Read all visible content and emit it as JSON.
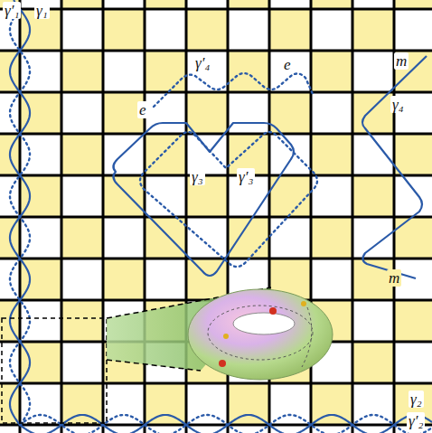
{
  "diagram": {
    "labels": [
      "γ′₁",
      "γ₁",
      "γ′₄",
      "e",
      "e",
      "m",
      "γ₄",
      "γ₃",
      "γ′₃",
      "m",
      "γ₂",
      "γ′₂"
    ]
  }
}
